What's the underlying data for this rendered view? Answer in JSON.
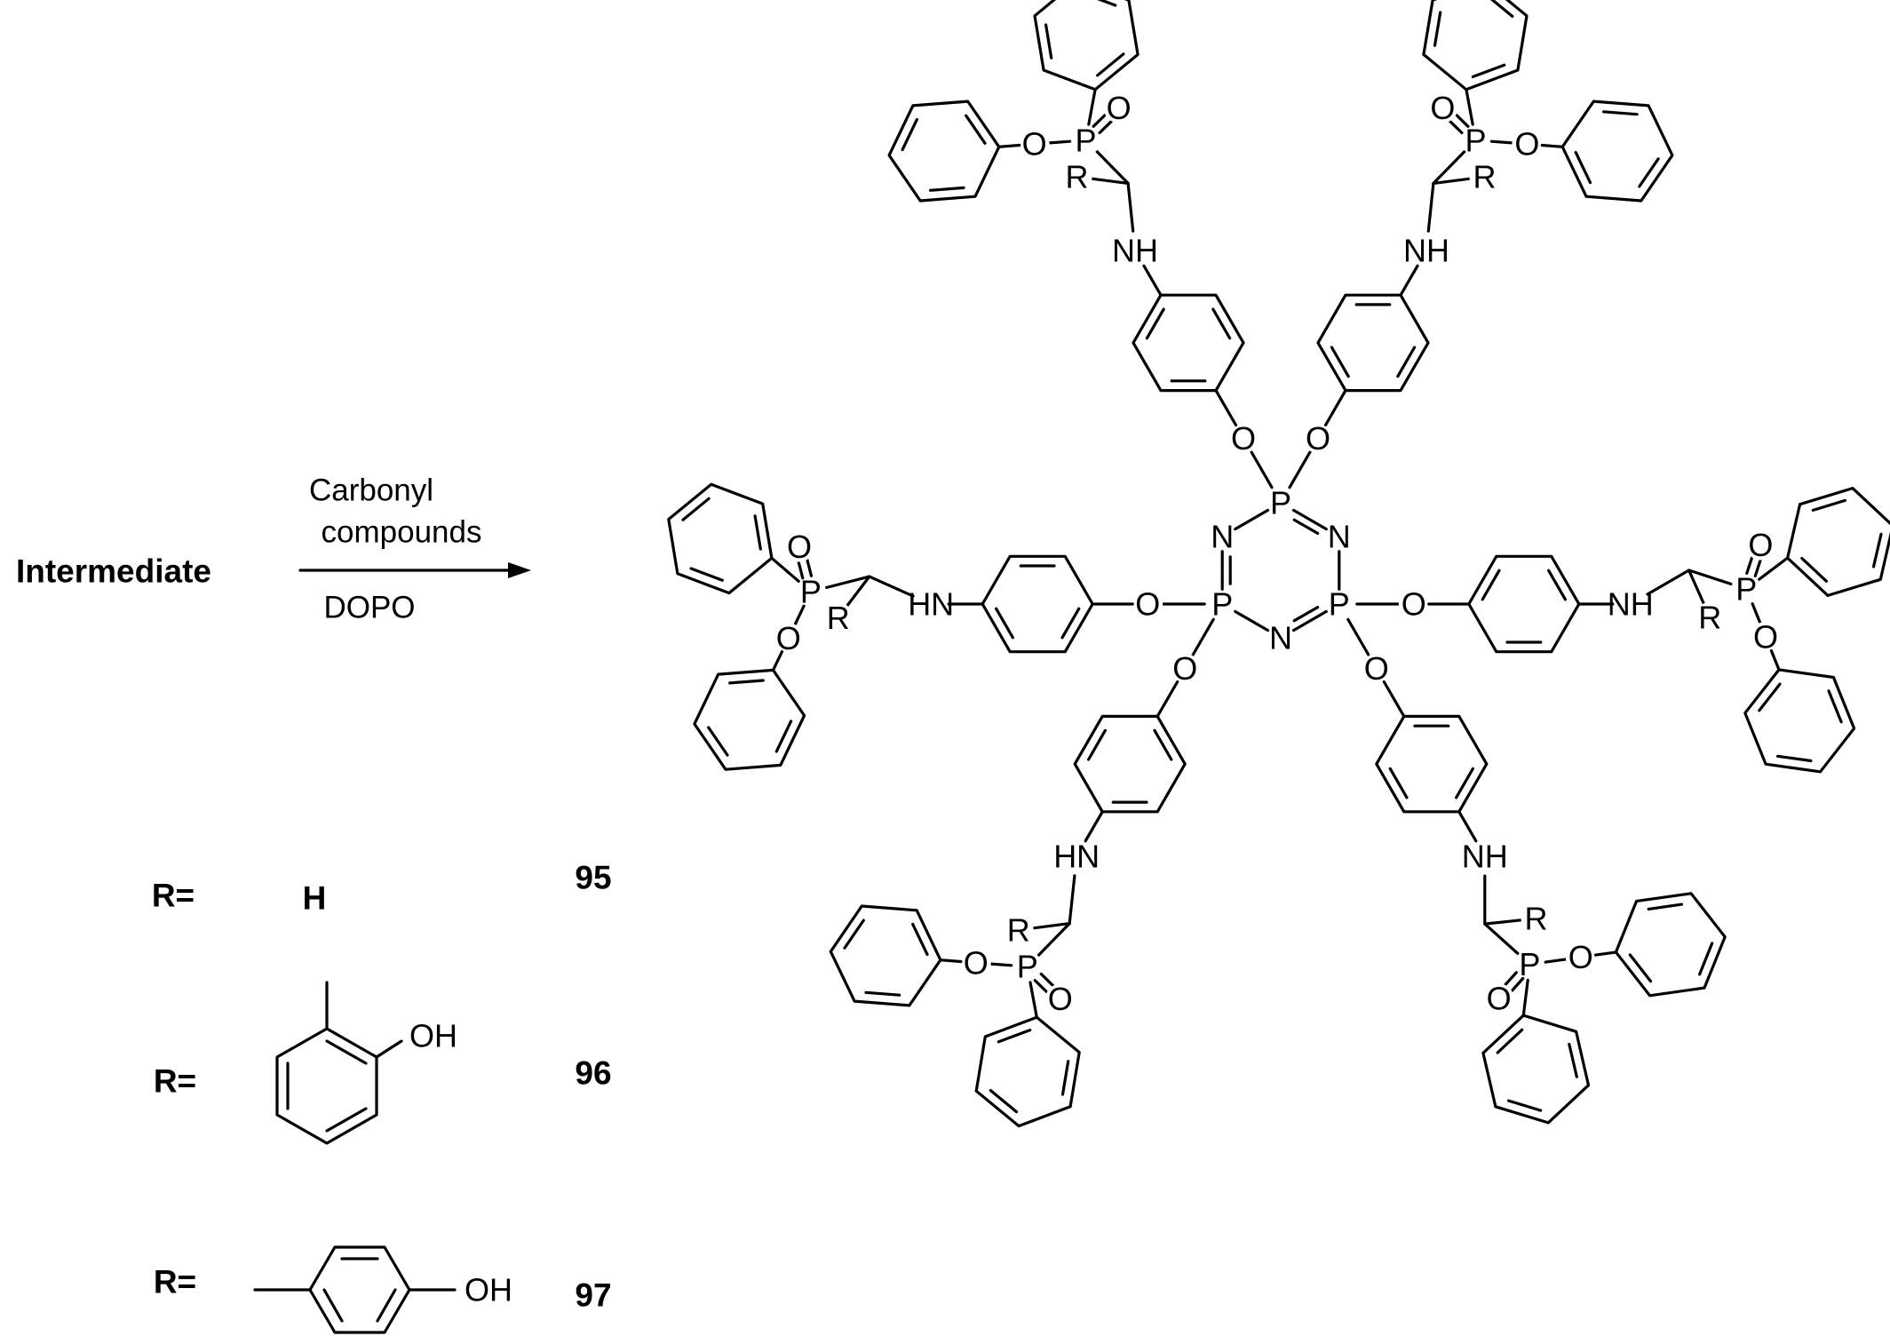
{
  "reaction": {
    "reactant": "Intermediate",
    "reagent_top_1": "Carbonyl",
    "reagent_top_2": "compounds",
    "reagent_bottom": "DOPO"
  },
  "substituents": [
    {
      "label": "R=",
      "group": "H",
      "compound": "95"
    },
    {
      "label": "R=",
      "group": "2-hydroxyphenyl",
      "oh_label": "OH",
      "compound": "96"
    },
    {
      "label": "R=",
      "group": "4-hydroxyphenyl",
      "oh_label": "OH",
      "compound": "97"
    }
  ],
  "atom_labels": {
    "P": "P",
    "N": "N",
    "O": "O",
    "NH": "NH",
    "HN": "HN",
    "H": "H",
    "R": "R"
  },
  "arm_count": 6
}
